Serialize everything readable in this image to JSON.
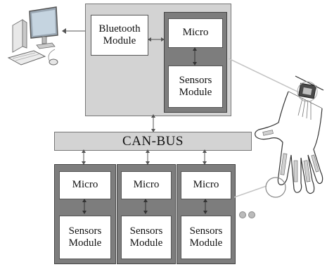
{
  "diagram": {
    "bluetooth_label": "Bluetooth\nModule",
    "top_micro_label": "Micro",
    "top_sensors_label": "Sensors\nModule",
    "canbus_label": "CAN-BUS",
    "nodes": [
      {
        "micro_label": "Micro",
        "sensors_label": "Sensors\nModule"
      },
      {
        "micro_label": "Micro",
        "sensors_label": "Sensors\nModule"
      },
      {
        "micro_label": "Micro",
        "sensors_label": "Sensors\nModule"
      }
    ],
    "icons": [
      "computer-icon",
      "glove-hand-icon"
    ],
    "colors": {
      "panel_light": "#d3d3d3",
      "node_dark": "#7d7d7d",
      "box_white": "#ffffff",
      "connector": "#555555"
    }
  }
}
